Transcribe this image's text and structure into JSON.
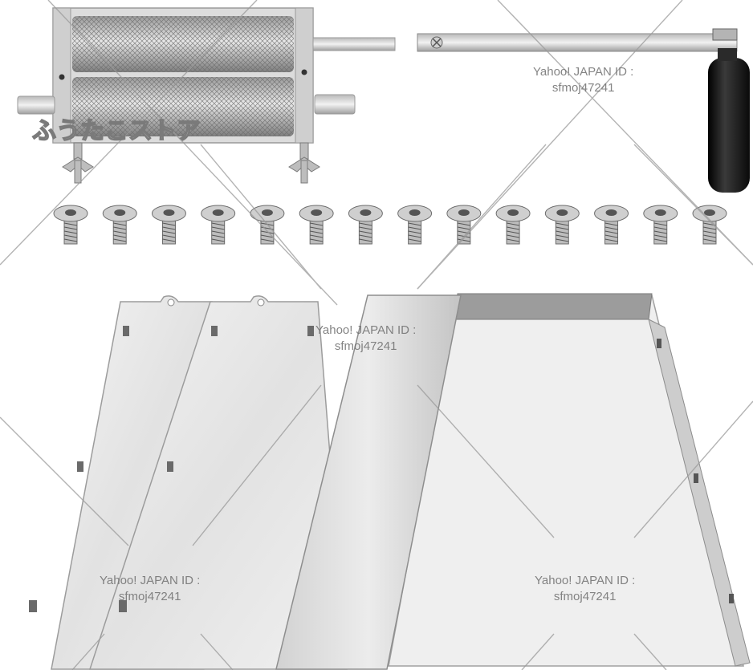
{
  "watermark": {
    "line1": "Yahoo! JAPAN ID :",
    "line2": "sfmoj47241"
  },
  "logo_text": "ふうたこストア",
  "screw_count": 14,
  "colors": {
    "metal_light": "#e6e6e6",
    "metal_mid": "#c8c8c8",
    "metal_dark": "#8e8e8e",
    "handle_black": "#1a1a1a",
    "watermark_line": "#9a9a9a"
  }
}
